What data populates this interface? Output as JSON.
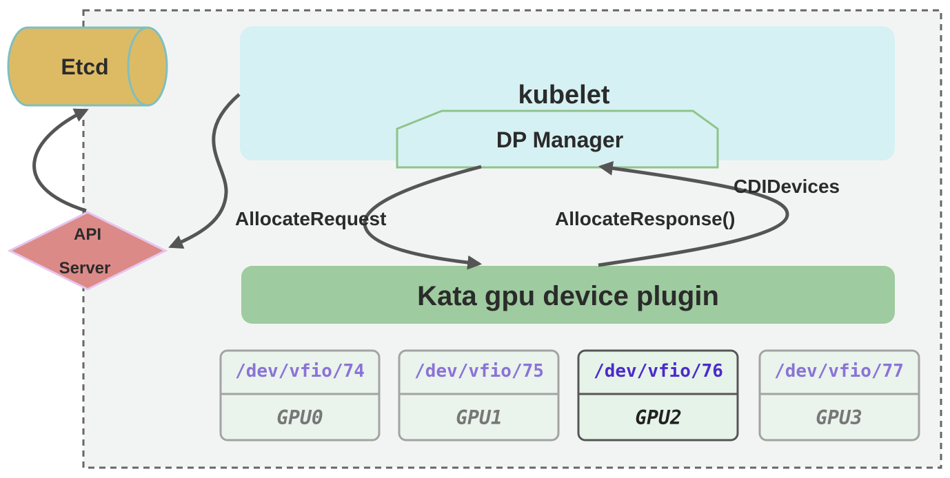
{
  "etcd": {
    "label": "Etcd"
  },
  "api_server": {
    "line1": "API",
    "line2": "Server"
  },
  "kubelet": {
    "label": "kubelet"
  },
  "dp_manager": {
    "label": "DP Manager"
  },
  "plugin": {
    "label": "Kata gpu device plugin"
  },
  "edges": {
    "allocate_request": "AllocateRequest",
    "allocate_response": "AllocateResponse()",
    "cdi_devices": "CDIDevices"
  },
  "gpus": [
    {
      "path": "/dev/vfio/74",
      "name": "GPU0",
      "highlighted": false
    },
    {
      "path": "/dev/vfio/75",
      "name": "GPU1",
      "highlighted": false
    },
    {
      "path": "/dev/vfio/76",
      "name": "GPU2",
      "highlighted": true
    },
    {
      "path": "/dev/vfio/77",
      "name": "GPU3",
      "highlighted": false
    }
  ],
  "colors": {
    "node_bg": "#f2f4f3",
    "kubelet_bg": "#d6f1f3",
    "plugin_bg": "#9ecb9f",
    "etcd_fill": "#ddbb64",
    "etcd_stroke": "#7ebfc0",
    "api_fill": "#dc8a87",
    "api_stroke": "#e5c6ee",
    "arrow": "#555555",
    "path_text": "#8a73d6",
    "path_text_active": "#4b2bc9"
  }
}
